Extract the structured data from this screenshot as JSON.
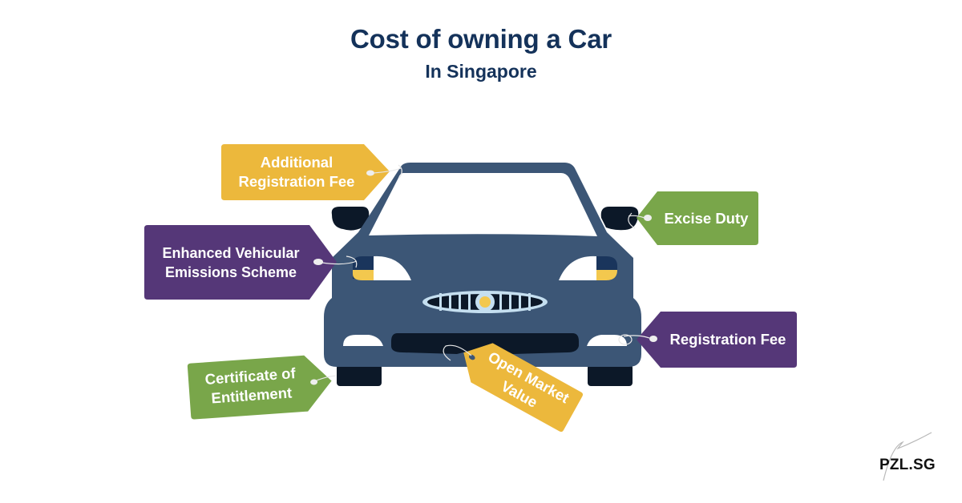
{
  "header": {
    "title": "Cost of owning a Car",
    "subtitle": "In Singapore"
  },
  "tags": {
    "arf": {
      "line1": "Additional",
      "line2": "Registration Fee",
      "color": "#ecb83c"
    },
    "eves": {
      "line1": "Enhanced Vehicular",
      "line2": "Emissions Scheme",
      "color": "#553778"
    },
    "coe": {
      "line1": "Certificate of",
      "line2": "Entitlement",
      "color": "#79a64a"
    },
    "omv": {
      "line1": "Open Market",
      "line2": "Value",
      "color": "#ecb83c"
    },
    "excise": {
      "label": "Excise Duty",
      "color": "#79a64a"
    },
    "regfee": {
      "label": "Registration Fee",
      "color": "#553778"
    }
  },
  "car": {
    "body_color": "#3c5676",
    "dark_color": "#0c1828",
    "light_navy": "#1a355c",
    "yellow": "#f3c84e",
    "grille_frame": "#c5dff0"
  },
  "brand": {
    "logo_text": "PZL.SG"
  }
}
